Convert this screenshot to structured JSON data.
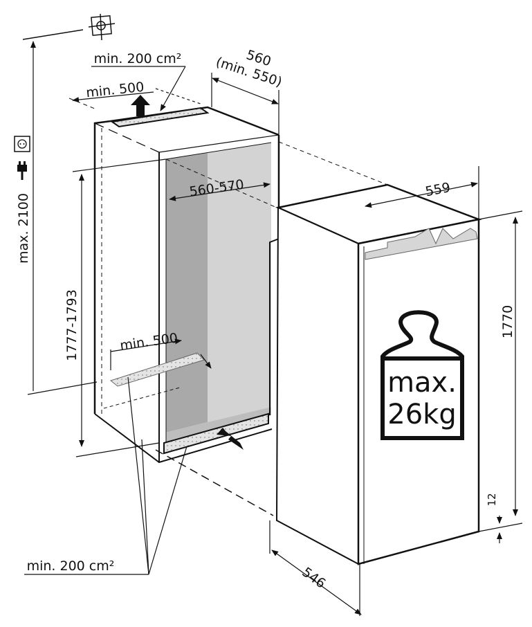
{
  "colors": {
    "line": "#111111",
    "niche_back": "#a9a9a9",
    "niche_side": "#d3d3d3",
    "vent": "#e2e2e2"
  },
  "icons": [
    "ceiling-crosshair-icon",
    "power-socket-icon",
    "power-plug-icon",
    "weight-icon"
  ],
  "dimensions": {
    "max_height": "max. 2100",
    "niche_height": "1777-1793",
    "niche_width": "560-570",
    "niche_depth": "560",
    "niche_depth_min": "(min. 550)",
    "top_vent_width": "min. 500",
    "top_vent_area": "min. 200 cm²",
    "bottom_vent_width": "min. 500",
    "bottom_vent_area": "min. 200 cm²",
    "appliance_width": "559",
    "appliance_height": "1770",
    "appliance_depth": "546",
    "bottom_gap": "12"
  },
  "weight": {
    "line1": "max.",
    "line2": "26kg"
  }
}
